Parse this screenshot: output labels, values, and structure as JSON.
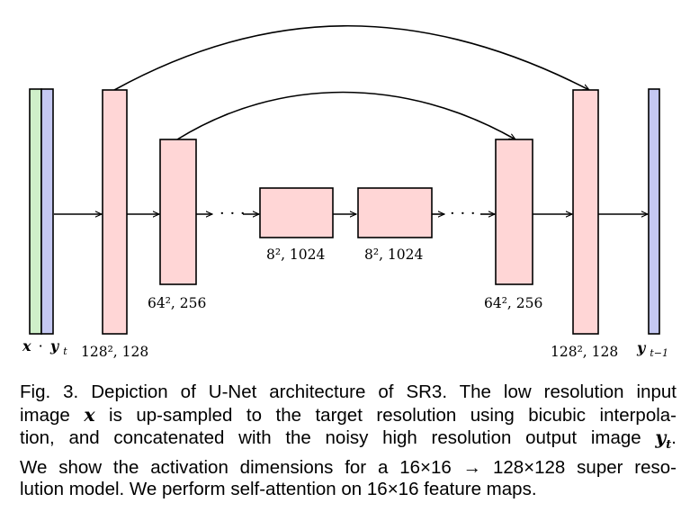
{
  "diagram": {
    "blocks": [
      {
        "id": "input-x",
        "color": "#cfefc9"
      },
      {
        "id": "input-y",
        "color": "#c4c8f2"
      },
      {
        "id": "enc-1",
        "color": "#ffd6d6",
        "label": "128², 128"
      },
      {
        "id": "enc-2",
        "color": "#ffd6d6",
        "label": "64², 256"
      },
      {
        "id": "mid-1",
        "color": "#ffd6d6",
        "label": "8², 1024"
      },
      {
        "id": "mid-2",
        "color": "#ffd6d6",
        "label": "8², 1024"
      },
      {
        "id": "dec-2",
        "color": "#ffd6d6",
        "label": "64², 256"
      },
      {
        "id": "dec-1",
        "color": "#ffd6d6",
        "label": "128², 128"
      },
      {
        "id": "output",
        "color": "#c4c8f2"
      }
    ],
    "input_label": {
      "x": "x",
      "dot": "·",
      "y": "y",
      "sub": "t"
    },
    "output_label": {
      "y": "y",
      "sub": "t−1"
    },
    "ellipsis": "· · ·"
  },
  "caption": {
    "lines": [
      "Fig. 3. Depiction of U-Net architecture of SR3. The low resolution input",
      [
        "image ",
        "x",
        " is up-sampled to the target resolution using bicubic interpola-"
      ],
      [
        "tion, and concatenated with the noisy high resolution output image ",
        "y",
        "t",
        "."
      ],
      "We show the activation dimensions for a 16×16 → 128×128 super reso-",
      "lution model. We perform self-attention on 16×16 feature maps."
    ]
  }
}
